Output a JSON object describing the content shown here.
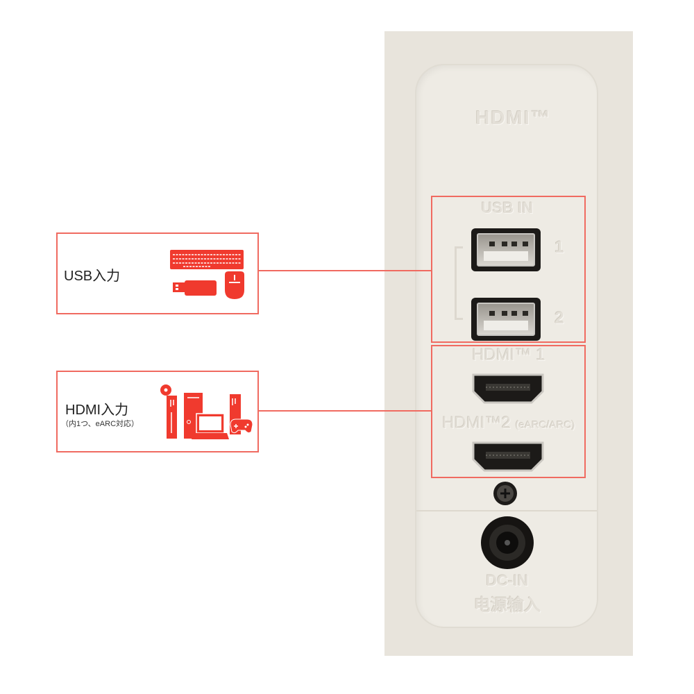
{
  "callouts": {
    "usb": {
      "title": "USB入力"
    },
    "hdmi": {
      "title": "HDMI入力",
      "note": "（内1つ、eARC対応）"
    }
  },
  "panel_labels": {
    "hdmi_logo": "HDMI™",
    "usb_in": "USB IN",
    "usb_1": "1",
    "usb_2": "2",
    "hdmi_1": "HDMI™ 1",
    "hdmi_2": "HDMI™2",
    "hdmi_2_note": "(eARC/ARC)",
    "dc_in": "DC-IN",
    "dc_in_cn": "电源输入"
  },
  "colors": {
    "accent": "#f06a60",
    "icon_red": "#f03a2e",
    "panel": "#e8e4dc"
  },
  "icons": [
    "keyboard-icon",
    "usb-stick-icon",
    "mouse-icon",
    "disc-player-icon",
    "desktop-pc-icon",
    "laptop-icon",
    "game-console-icon"
  ]
}
